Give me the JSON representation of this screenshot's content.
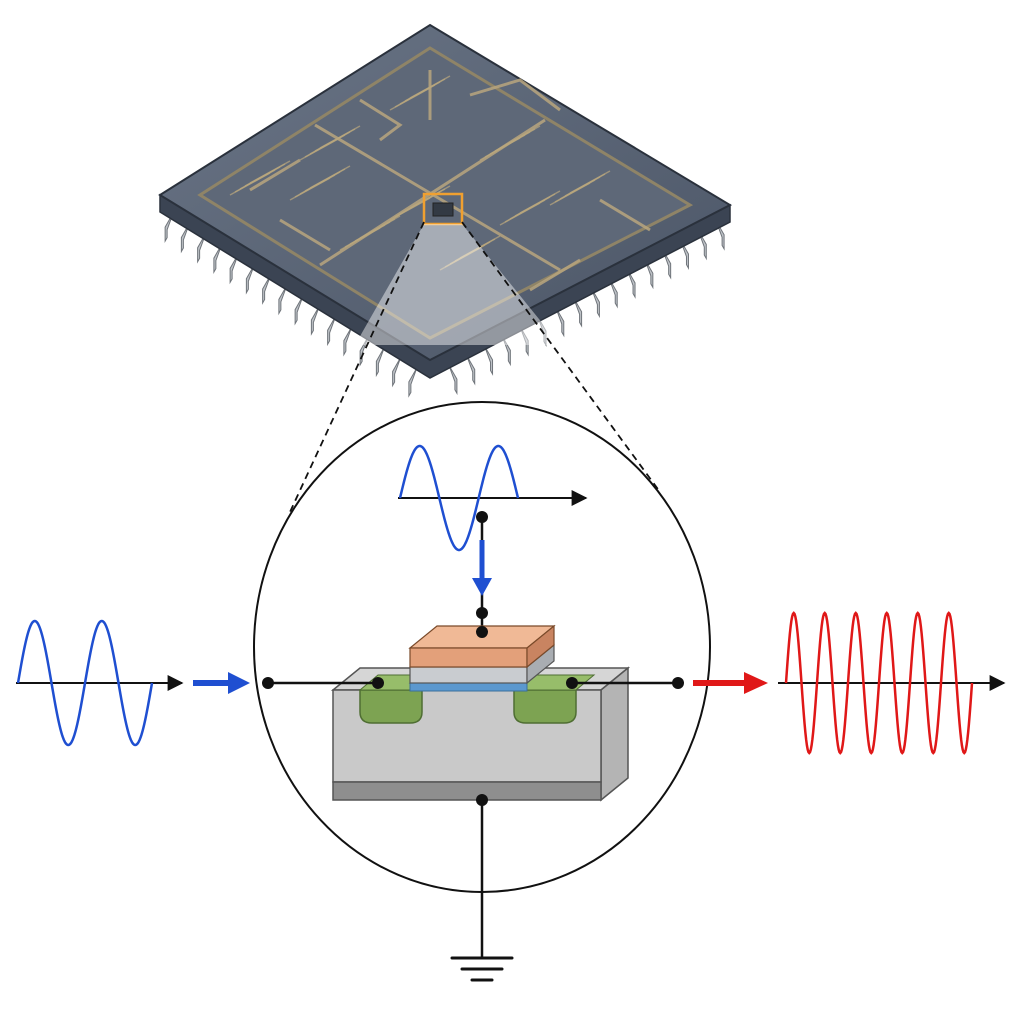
{
  "colors": {
    "background": "#ffffff",
    "chip_body": "#4a5566",
    "chip_top": "#5b6677",
    "chip_edge": "#353d49",
    "chip_traces": "#b9a67e",
    "pins": "#bfc3c8",
    "highlight": "#f0a030",
    "input_wave": "#1f4fd1",
    "gate_wave": "#1f4fd1",
    "output_wave": "#e01818",
    "axis": "#111111",
    "gate_metal": "#e3a07a",
    "gate_layer": "#c9ccd0",
    "oxide": "#6aa8dc",
    "substrate": "#c9c9c9",
    "substrate_bottom": "#8e8e8e",
    "doped_region": "#7da352",
    "wire": "#111111"
  },
  "icons": {
    "chip": "integrated-circuit-chip",
    "zoom_region": "zoom-highlight",
    "transistor": "mosfet-cross-section",
    "ground": "ground-symbol"
  },
  "signals": {
    "input": {
      "cycles": 2,
      "amplitude": 1.0
    },
    "gate": {
      "cycles": 1.5,
      "amplitude": 1.0
    },
    "output": {
      "cycles": 6,
      "amplitude": 1.0
    }
  }
}
